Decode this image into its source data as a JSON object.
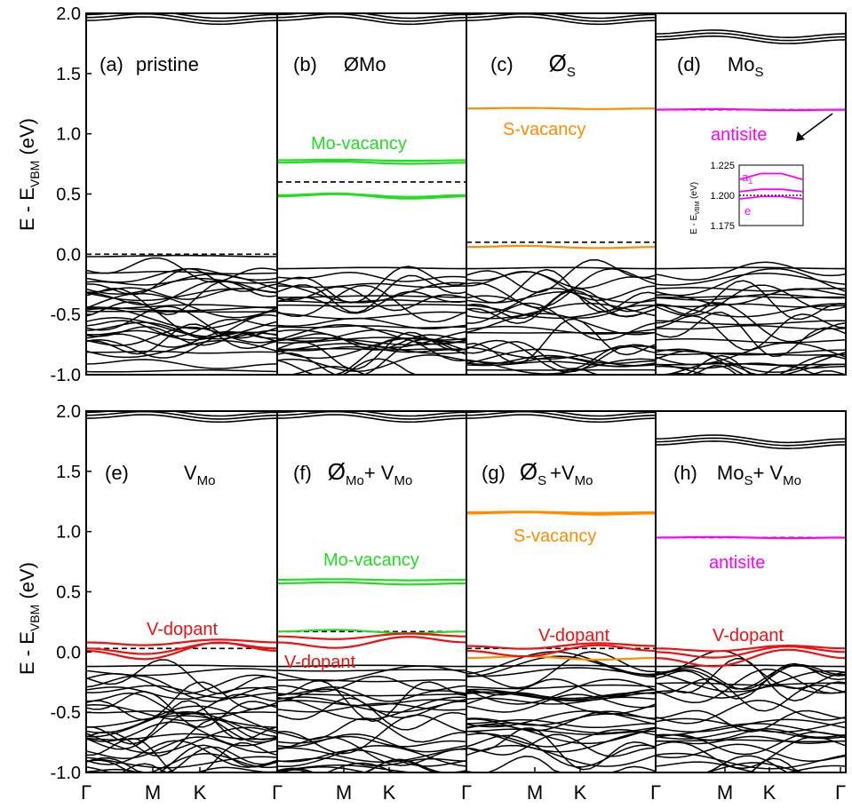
{
  "figure": {
    "ylabel_main": "E - E",
    "ylabel_sub": "VBM",
    "ylabel_unit": " (eV)",
    "yticks": [
      "2.0",
      "1.5",
      "1.0",
      "0.5",
      "0.0",
      "-0.5",
      "-1.0"
    ],
    "xticks": [
      "Γ",
      "M",
      "K",
      "Γ",
      "M",
      "K",
      "Γ",
      "M",
      "K",
      "Γ",
      "M",
      "K",
      "Γ"
    ]
  },
  "colors": {
    "bands": "#000000",
    "green": "#22dd22",
    "orange": "#ff8c00",
    "magenta": "#ff00ff",
    "red": "#ee1111"
  },
  "panels": [
    {
      "letter": "(a)",
      "title": "pristine",
      "sub": ""
    },
    {
      "letter": "(b)",
      "title": "ØMo",
      "sub": ""
    },
    {
      "letter": "(c)",
      "title": "Ø",
      "sub": "S"
    },
    {
      "letter": "(d)",
      "title": "Mo",
      "sub": "S"
    },
    {
      "letter": "(e)",
      "title": "V",
      "sub": "Mo"
    },
    {
      "letter": "(f)",
      "title": "Ø",
      "sub": "Mo",
      "title2": "+ V",
      "sub2": "Mo"
    },
    {
      "letter": "(g)",
      "title": "Ø",
      "sub": "S",
      "title2": "+V",
      "sub2": "Mo"
    },
    {
      "letter": "(h)",
      "title": "Mo",
      "sub": "S",
      "title2": "+ V",
      "sub2": "Mo"
    }
  ],
  "annotations": [
    {
      "panel": 1,
      "text": "Mo-vacancy",
      "color": "green"
    },
    {
      "panel": 2,
      "text": "S-vacancy",
      "color": "orange"
    },
    {
      "panel": 3,
      "text": "antisite",
      "color": "magenta"
    },
    {
      "panel": 4,
      "text": "V-dopant",
      "color": "red"
    },
    {
      "panel": 5,
      "text": "Mo-vacancy",
      "color": "green"
    },
    {
      "panel": 5,
      "text": "V-dopant",
      "color": "red"
    },
    {
      "panel": 6,
      "text": "S-vacancy",
      "color": "orange"
    },
    {
      "panel": 6,
      "text": "V-dopant",
      "color": "red"
    },
    {
      "panel": 7,
      "text": "antisite",
      "color": "magenta"
    },
    {
      "panel": 7,
      "text": "V-dopant",
      "color": "red"
    }
  ],
  "inset": {
    "ylabel_main": "E - E",
    "ylabel_sub": "VBM",
    "ylabel_unit": " (eV)",
    "yticks": [
      "1.225",
      "1.200",
      "1.175"
    ],
    "label_a": "a",
    "label_a_sub": "1",
    "label_e": "e"
  },
  "chart_data": {
    "type": "line",
    "ylim": [
      -1.0,
      2.0
    ],
    "inset_ylim": [
      1.175,
      1.225
    ],
    "x": [
      "Γ",
      "M",
      "K",
      "Γ"
    ],
    "fermi_levels": [
      0.0,
      0.6,
      0.1,
      1.2,
      0.03,
      0.17,
      0.03,
      0.95
    ],
    "defect_levels": [
      {
        "panel": "(b)",
        "label": "Mo-vacancy",
        "color": "green",
        "levels": [
          0.78,
          0.76,
          0.49,
          0.48
        ]
      },
      {
        "panel": "(c)",
        "label": "S-vacancy",
        "color": "orange",
        "levels": [
          1.21,
          0.06
        ]
      },
      {
        "panel": "(d)",
        "label": "antisite",
        "color": "magenta",
        "levels": [
          1.2
        ]
      },
      {
        "panel": "(e)",
        "label": "V-dopant",
        "color": "red",
        "levels": [
          0.08,
          0.03,
          0.01
        ]
      },
      {
        "panel": "(f)",
        "label": "Mo-vacancy",
        "color": "green",
        "levels": [
          0.6,
          0.57,
          0.17
        ]
      },
      {
        "panel": "(f)",
        "label": "V-dopant",
        "color": "red",
        "levels": [
          0.13,
          0.08
        ]
      },
      {
        "panel": "(g)",
        "label": "S-vacancy",
        "color": "orange",
        "levels": [
          1.16,
          1.15,
          -0.05
        ]
      },
      {
        "panel": "(g)",
        "label": "V-dopant",
        "color": "red",
        "levels": [
          0.05,
          0.01
        ]
      },
      {
        "panel": "(h)",
        "label": "antisite",
        "color": "magenta",
        "levels": [
          0.95
        ]
      },
      {
        "panel": "(h)",
        "label": "V-dopant",
        "color": "red",
        "levels": [
          0.03,
          0.0,
          -0.05
        ]
      }
    ],
    "inset_levels": [
      {
        "label": "a1",
        "values": [
          1.213,
          1.218,
          1.218,
          1.213
        ]
      },
      {
        "label": "e",
        "values": [
          1.203,
          1.205,
          1.205,
          1.203
        ]
      },
      {
        "label": "e",
        "values": [
          1.197,
          1.199,
          1.199,
          1.197
        ]
      }
    ]
  }
}
